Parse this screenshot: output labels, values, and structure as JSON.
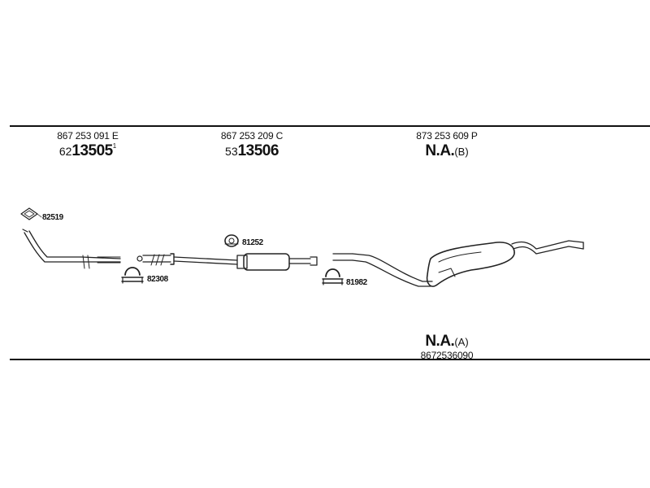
{
  "columns": [
    {
      "part_number": "867 253 091 E",
      "code_prefix": "62",
      "code_main": "13505",
      "code_sup": "1"
    },
    {
      "part_number": "867 253 209 C",
      "code_prefix": "53",
      "code_main": "13506"
    },
    {
      "part_number": "873 253 609 P",
      "code_main": "N.A.",
      "code_suffix": "(B)"
    }
  ],
  "parts": {
    "gasket": "82519",
    "clamp_left": "82308",
    "rubber_mount": "81252",
    "clamp_right": "81982"
  },
  "footer": {
    "code_main": "N.A.",
    "code_suffix": "(A)",
    "part_number": "8672536090"
  }
}
